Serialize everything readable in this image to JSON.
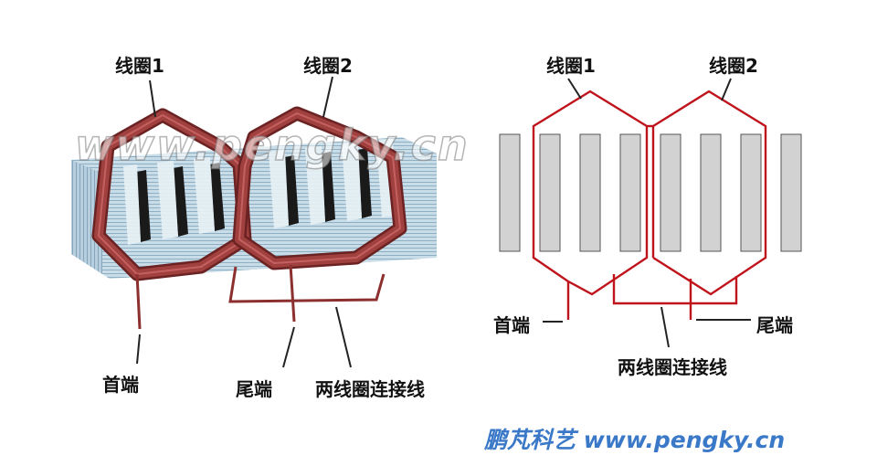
{
  "left_figure": {
    "coil1_label": "线圈1",
    "coil2_label": "线圈2",
    "start_label": "首端",
    "end_label": "尾端",
    "connector_label": "两线圈连接线"
  },
  "right_figure": {
    "coil1_label": "线圈1",
    "coil2_label": "线圈2",
    "start_label": "首端",
    "end_label": "尾端",
    "connector_label": "两线圈连接线"
  },
  "watermark": "www.pengky.cn",
  "brand": "鹏芃科艺 www.pengky.cn",
  "colors": {
    "coil": "#c0141c",
    "copper": "#8c2f2f",
    "core": "#b9d3e2",
    "slot_bar": "#d2d2d2"
  }
}
